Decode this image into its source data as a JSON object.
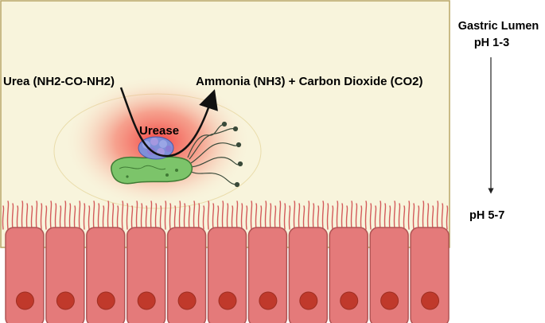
{
  "reaction": {
    "substrate": "Urea (NH2-CO-NH2)",
    "products": "Ammonia (NH3) + Carbon Dioxide (CO2)",
    "enzyme": "Urease"
  },
  "gradient": {
    "top_title": "Gastric Lumen",
    "top_ph": "pH 1-3",
    "bottom_ph": "pH 5-7"
  },
  "colors": {
    "lumen": "#f8f4dc",
    "frame": "#b8a565",
    "cell_fill": "#e47a7a",
    "cell_stroke": "#b05454",
    "nucleus": "#c0392b",
    "microvilli": "#d35a5a",
    "glow": "#f23b3b",
    "bacterium": "#7cc46a",
    "urease": "#7f8fd8"
  },
  "epithelium": {
    "cell_count": 11
  }
}
